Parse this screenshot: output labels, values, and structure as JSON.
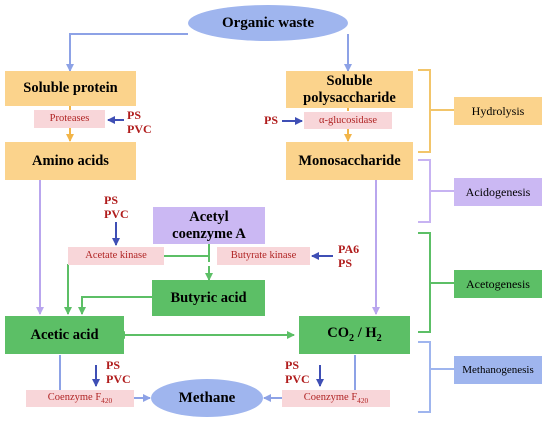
{
  "top": "Organic waste",
  "left_col": {
    "soluble_protein": "Soluble protein",
    "proteases": "Proteases",
    "amino_acids": "Amino acids"
  },
  "right_col": {
    "soluble_polysaccharide_line1": "Soluble",
    "soluble_polysaccharide_line2": "polysaccharide",
    "alpha_glucosidase": "α-glucosidase",
    "monosaccharide": "Monosaccharide"
  },
  "middle": {
    "acetyl_line1": "Acetyl",
    "acetyl_line2": "coenzyme A",
    "acetate_kinase": "Acetate kinase",
    "butyrate_kinase": "Butyrate kinase",
    "butyric_acid": "Butyric acid",
    "acetic_acid": "Acetic acid",
    "co2_main": "CO",
    "co2_sub": "2",
    "h2_main": " / H",
    "h2_sub": "2",
    "methane": "Methane",
    "coenzyme_main": "Coenzyme F",
    "coenzyme_sub": "420"
  },
  "inhibitors": {
    "proteases": [
      "PS",
      "PVC"
    ],
    "alpha_glucosidase": [
      "PS"
    ],
    "acetate_kinase": [
      "PS",
      "PVC"
    ],
    "butyrate_kinase": [
      "PA6",
      "PS"
    ],
    "coenzyme_left": [
      "PS",
      "PVC"
    ],
    "coenzyme_right": [
      "PS",
      "PVC"
    ]
  },
  "stages": {
    "hydrolysis": "Hydrolysis",
    "acidogenesis": "Acidogenesis",
    "acetogenesis": "Acetogenesis",
    "methanogenesis": "Methanogenesis"
  },
  "colors": {
    "substrate_box": "#fbd38c",
    "acetyl_box": "#cbb8f3",
    "acid_box": "#5cbf66",
    "enzyme_box": "#f8d6d9",
    "inhibitor_text": "#b01c1c",
    "inhibit_arrow": "#3f4fb5",
    "hydrolysis_stage": "#fbd38c",
    "acidogenesis_stage": "#cbb8f3",
    "acetogenesis_stage": "#5cbf66",
    "methanogenesis_stage": "#9fb5ee"
  }
}
